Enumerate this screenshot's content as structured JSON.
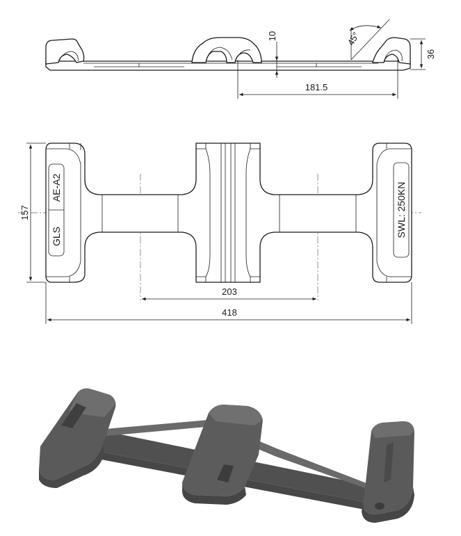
{
  "drawing": {
    "side_view": {
      "dimensions": {
        "thickness": "10",
        "height": "36",
        "half_span": "181.5",
        "angle": "45°"
      }
    },
    "top_view": {
      "dimensions": {
        "width": "157",
        "pitch": "203",
        "overall_length": "418"
      },
      "labels": {
        "left_top": "AE-A2",
        "left_bottom": "GLS",
        "right": "SWL: 250KN"
      }
    },
    "render_3d": {
      "color": "#5e5e5e"
    }
  }
}
